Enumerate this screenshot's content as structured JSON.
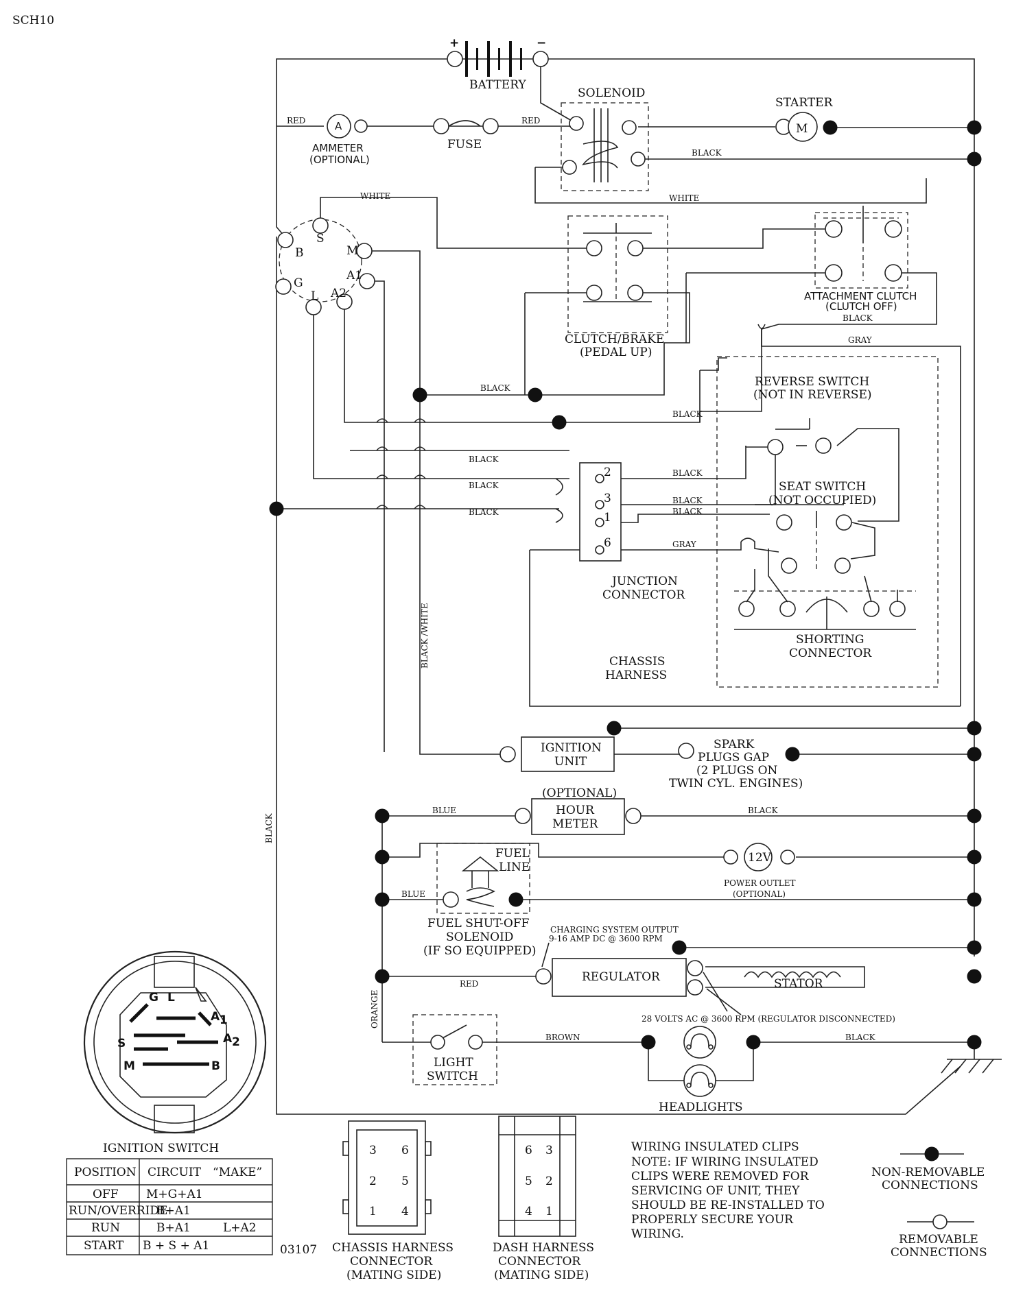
{
  "page_code": "SCH10",
  "drawing_number": "03107",
  "components": {
    "battery": "BATTERY",
    "battery_plus": "+",
    "battery_minus": "−",
    "solenoid": "SOLENOID",
    "starter": "STARTER",
    "starter_symbol": "M",
    "ammeter": "AMMETER",
    "ammeter_optional": "(OPTIONAL)",
    "ammeter_symbol": "A",
    "fuse": "FUSE",
    "clutch_brake_1": "CLUTCH/BRAKE",
    "clutch_brake_2": "(PEDAL UP)",
    "attachment_clutch_1": "ATTACHMENT CLUTCH",
    "attachment_clutch_2": "(CLUTCH OFF)",
    "reverse_switch_1": "REVERSE SWITCH",
    "reverse_switch_2": "(NOT IN REVERSE)",
    "seat_switch_1": "SEAT SWITCH",
    "seat_switch_2": "(NOT OCCUPIED)",
    "junction_1": "JUNCTION",
    "junction_2": "CONNECTOR",
    "shorting_1": "SHORTING",
    "shorting_2": "CONNECTOR",
    "chassis_1": "CHASSIS",
    "chassis_2": "HARNESS",
    "ignition_unit_1": "IGNITION",
    "ignition_unit_2": "UNIT",
    "spark_1": "SPARK",
    "spark_2": "PLUGS GAP",
    "spark_3": "(2 PLUGS ON",
    "spark_4": "TWIN CYL. ENGINES)",
    "hour_meter_opt": "(OPTIONAL)",
    "hour_meter_1": "HOUR",
    "hour_meter_2": "METER",
    "fuel_line_1": "FUEL",
    "fuel_line_2": "LINE",
    "power_outlet_symbol": "12V",
    "power_outlet_1": "POWER OUTLET",
    "power_outlet_2": "(OPTIONAL)",
    "fuel_solenoid_1": "FUEL SHUT-OFF",
    "fuel_solenoid_2": "SOLENOID",
    "fuel_solenoid_3": "(IF SO EQUIPPED)",
    "charging_1": "CHARGING SYSTEM OUTPUT",
    "charging_2": "9-16 AMP DC @ 3600 RPM",
    "regulator": "REGULATOR",
    "stator": "STATOR",
    "volts_note": "28 VOLTS AC @ 3600 RPM (REGULATOR DISCONNECTED)",
    "light_switch_1": "LIGHT",
    "light_switch_2": "SWITCH",
    "headlights": "HEADLIGHTS"
  },
  "terminals": {
    "s": "S",
    "b": "B",
    "m": "M",
    "a1": "A1",
    "g": "G",
    "l": "L",
    "a2": "A2",
    "j2": "2",
    "j3": "3",
    "j1": "1",
    "j6": "6"
  },
  "wire_labels": {
    "red_1": "RED",
    "red_2": "RED",
    "red_3": "RED",
    "black_starter": "BLACK",
    "white_solenoid": "WHITE",
    "white_ign": "WHITE",
    "black_attach": "BLACK",
    "gray_attach": "GRAY",
    "black_clutch": "BLACK",
    "black_reverse": "BLACK",
    "black_h1": "BLACK",
    "black_h2": "BLACK",
    "black_h3": "BLACK",
    "black_j2": "BLACK",
    "black_j3": "BLACK",
    "black_j1": "BLACK",
    "gray_j6": "GRAY",
    "black_white": "BLACK /WHITE",
    "black_left": "BLACK",
    "orange": "ORANGE",
    "blue_meter": "BLUE",
    "black_meter": "BLACK",
    "blue_fuel": "BLUE",
    "brown": "BROWN",
    "black_head": "BLACK"
  },
  "ignition_switch": {
    "title": "IGNITION SWITCH",
    "face": {
      "g": "G",
      "l": "L",
      "a1": "A",
      "a1_sub": "1",
      "s": "S",
      "a2": "A",
      "a2_sub": "2",
      "m": "M",
      "b": "B"
    },
    "headers": [
      "POSITION",
      "CIRCUIT",
      "“MAKE”"
    ],
    "rows": [
      {
        "position": "OFF",
        "circuit": "M+G+A1",
        "make2": ""
      },
      {
        "position": "RUN/OVERRIDE",
        "circuit": "B+A1",
        "make2": ""
      },
      {
        "position": "RUN",
        "circuit": "B+A1",
        "make2": "L+A2"
      },
      {
        "position": "START",
        "circuit": "B + S + A1",
        "make2": ""
      }
    ]
  },
  "connectors": {
    "chassis": {
      "pins": {
        "p3": "3",
        "p6": "6",
        "p2": "2",
        "p5": "5",
        "p1": "1",
        "p4": "4"
      },
      "label_1": "CHASSIS HARNESS",
      "label_2": "CONNECTOR",
      "label_3": "(MATING SIDE)"
    },
    "dash": {
      "pins": {
        "p6": "6",
        "p3": "3",
        "p5": "5",
        "p2": "2",
        "p4": "4",
        "p1": "1"
      },
      "label_1": "DASH HARNESS",
      "label_2": "CONNECTOR",
      "label_3": "(MATING SIDE)"
    }
  },
  "notes": {
    "line_1": "WIRING INSULATED CLIPS",
    "line_2": "NOTE: IF WIRING INSULATED",
    "line_3": "CLIPS WERE REMOVED FOR",
    "line_4": "SERVICING OF UNIT, THEY",
    "line_5": "SHOULD BE RE-INSTALLED TO",
    "line_6": "PROPERLY SECURE YOUR",
    "line_7": " WIRING."
  },
  "legend": {
    "non_removable_1": "NON-REMOVABLE",
    "non_removable_2": "CONNECTIONS",
    "removable_1": "REMOVABLE",
    "removable_2": "CONNECTIONS"
  }
}
